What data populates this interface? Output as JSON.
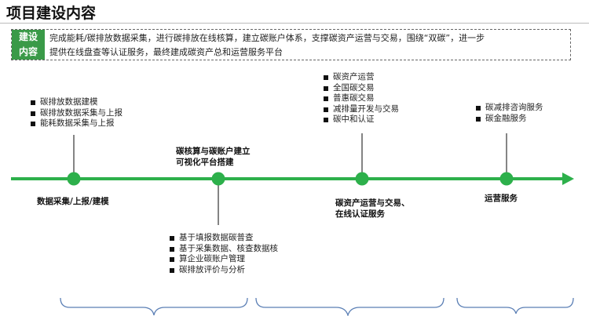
{
  "title": "项目建设内容",
  "content_box": {
    "label_line1": "建设",
    "label_line2": "内容",
    "text_line1": "完成能耗/碳排放数据采集，进行碳排放在线核算，建立碳账户体系，支撑碳资产运营与交易，围绕“双碳”，进一步",
    "text_line2": "提供在线盘查等认证服务，最终建成碳资产总和运营服务平台"
  },
  "colors": {
    "accent_green": "#2db04b",
    "label_green": "#3a9a48",
    "bracket_blue": "#5b7fb5"
  },
  "timeline": {
    "nodes": [
      {
        "label": "数据采集/上报/建模",
        "items": [
          "碳排放数据建模",
          "碳排放数据采集与上报",
          "能耗数据采集与上报"
        ]
      },
      {
        "label_line1": "碳核算与碳账户建立",
        "label_line2": "可视化平台搭建",
        "items": [
          "基于填报数据碳普查",
          "基于采集数据、核查数据核",
          "算企业碳账户管理",
          "碳排放评价与分析"
        ]
      },
      {
        "label_line1": "碳资产运营与交易、",
        "label_line2": "在线认证服务",
        "items": [
          "碳资产运营",
          "全国碳交易",
          "普惠碳交易",
          "减排量开发与交易",
          "碳中和认证"
        ]
      },
      {
        "label": "运营服务",
        "items": [
          "碳减排咨询服务",
          "碳金融服务"
        ]
      }
    ]
  }
}
